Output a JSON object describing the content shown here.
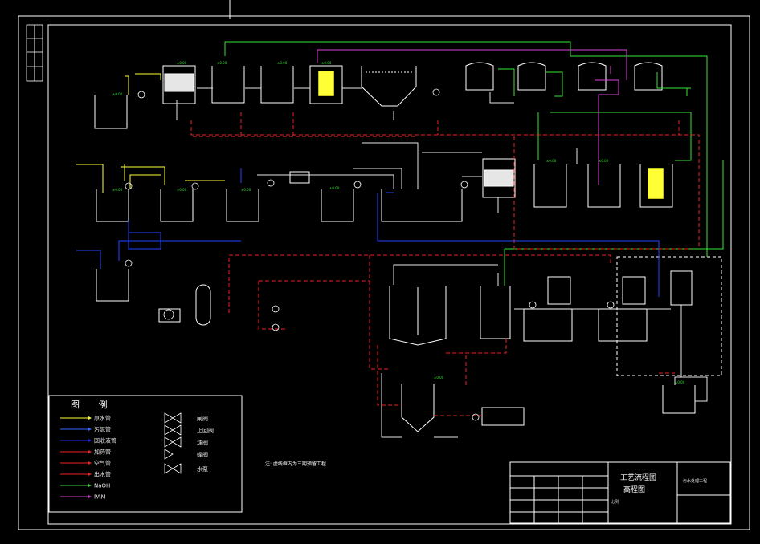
{
  "note": "注: 虚线框内为三期预留工程",
  "legend": {
    "title": "图 例",
    "items": [
      {
        "label": "原水管",
        "color": "#ffff33"
      },
      {
        "label": "污泥管",
        "color": "#3366ff"
      },
      {
        "label": "回收液管",
        "color": "#2222ee"
      },
      {
        "label": "加药管",
        "color": "#ee2222"
      },
      {
        "label": "空气管",
        "color": "#ee2222"
      },
      {
        "label": "出水管",
        "color": "#ee2222"
      },
      {
        "label": "NaOH",
        "color": "#33cc33"
      },
      {
        "label": "PAM",
        "color": "#cc33cc"
      }
    ],
    "valves": [
      "闸阀",
      "止回阀",
      "球阀",
      "蝶阀",
      "水泵"
    ]
  },
  "title_block": {
    "title_line1": "工艺流程图",
    "title_line2": "高程图",
    "drawing_no": "污水处理工程",
    "scale": "比例"
  },
  "colors": {
    "yellow": "#ffff33",
    "white": "#e6e6e6",
    "blue": "#2244ff",
    "red": "#ee2222",
    "green": "#33e633",
    "magenta": "#dd44dd"
  }
}
